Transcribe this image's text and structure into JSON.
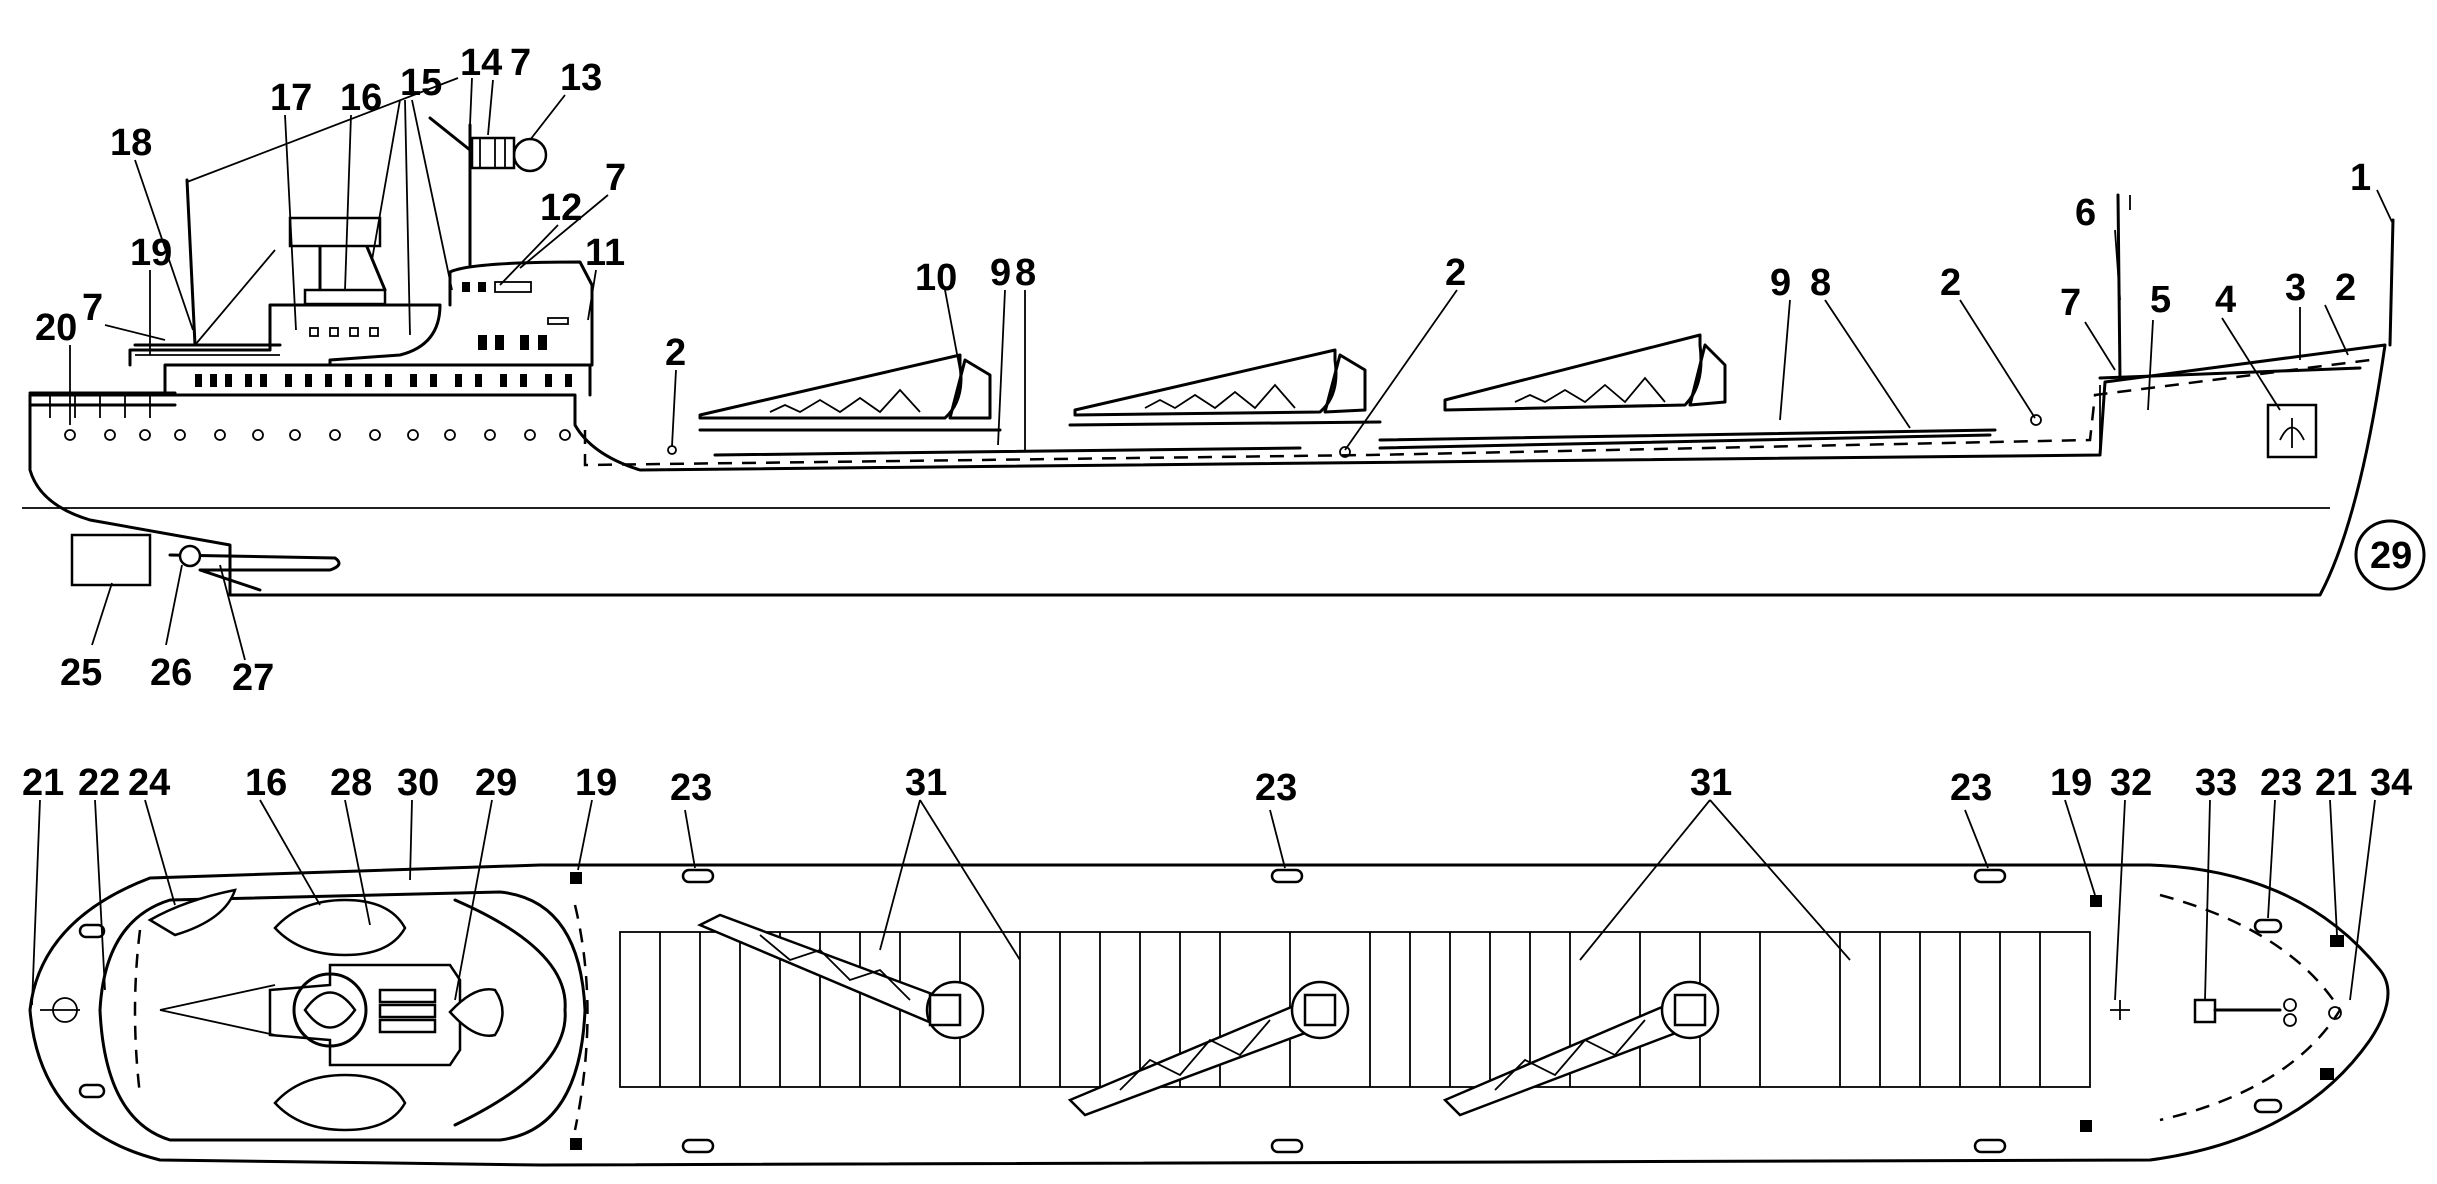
{
  "labels": {
    "l1": "1",
    "l2a": "2",
    "l2b": "2",
    "l2c": "2",
    "l2d": "2",
    "l3": "3",
    "l4": "4",
    "l5": "5",
    "l6": "6",
    "l7a": "7",
    "l7b": "7",
    "l7c": "7",
    "l7d": "7",
    "l8a": "8",
    "l8b": "8",
    "l9a": "9",
    "l9b": "9",
    "l10": "10",
    "l11": "11",
    "l12": "12",
    "l13": "13",
    "l14": "14",
    "l15": "15",
    "l16": "16",
    "l17": "17",
    "l18": "18",
    "l19": "19",
    "l20": "20",
    "l25": "25",
    "l26": "26",
    "l27": "27",
    "l29c": "29",
    "p21a": "21",
    "p22": "22",
    "p24": "24",
    "p16": "16",
    "p28": "28",
    "p30": "30",
    "p29": "29",
    "p19a": "19",
    "p23a": "23",
    "p31a": "31",
    "p23b": "23",
    "p31b": "31",
    "p23c": "23",
    "p19b": "19",
    "p32": "32",
    "p33": "33",
    "p23d": "23",
    "p21b": "21",
    "p34": "34"
  }
}
